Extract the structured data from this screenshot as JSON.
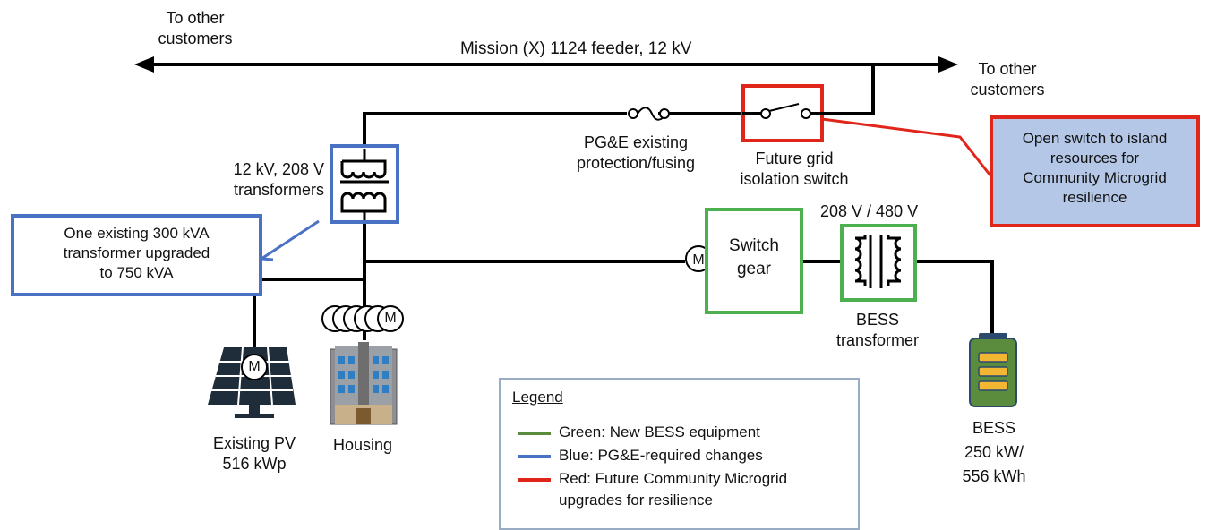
{
  "feeder": {
    "title": "Mission (X) 1124 feeder, 12 kV",
    "left_note": [
      "To other",
      "customers"
    ],
    "right_note": [
      "To other",
      "customers"
    ]
  },
  "fuse_label": [
    "PG&E existing",
    "protection/fusing"
  ],
  "switch_label": [
    "Future grid",
    "isolation switch"
  ],
  "switch_callout": [
    "Open switch to island",
    "resources for",
    "Community Microgrid",
    "resilience"
  ],
  "utility_transformer_label": [
    "12 kV, 208 V",
    "transformers"
  ],
  "upgrade_callout": [
    "One existing 300 kVA",
    "transformer upgraded",
    "to 750 kVA"
  ],
  "switchgear_label": [
    "Switch",
    "gear"
  ],
  "bess_transformer": {
    "rating": "208 V / 480 V",
    "label": [
      "BESS",
      "transformer"
    ]
  },
  "meter_symbol": "M",
  "pv_label": [
    "Existing PV",
    "516 kWp"
  ],
  "housing_label": "Housing",
  "bess_label": [
    "BESS",
    "250 kW/",
    "556 kWh"
  ],
  "legend": {
    "title": "Legend",
    "items": [
      {
        "color": "#5b8c3e",
        "text": [
          "Green: New BESS equipment"
        ]
      },
      {
        "color": "#4a72c4",
        "text": [
          "Blue: PG&E-required changes"
        ]
      },
      {
        "color": "#e0251b",
        "text": [
          "Red: Future Community Microgrid",
          "upgrades for resilience"
        ]
      }
    ]
  },
  "colors": {
    "green": "#4caf50",
    "blue": "#4a72c4",
    "red": "#e0251b",
    "callout_fill": "#b4c7e7"
  }
}
